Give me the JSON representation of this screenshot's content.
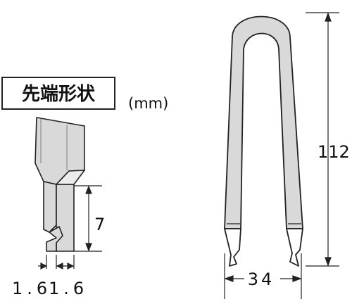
{
  "tip_label": "先端形状",
  "unit_label": "(mm)",
  "dimensions": {
    "tip_height": "7",
    "tip_gap_1": "1.6",
    "tip_gap_2": "1.6",
    "total_height": "112",
    "width": "34"
  },
  "colors": {
    "body_fill": "#d9d9d9",
    "outline": "#222222",
    "background": "#ffffff"
  }
}
